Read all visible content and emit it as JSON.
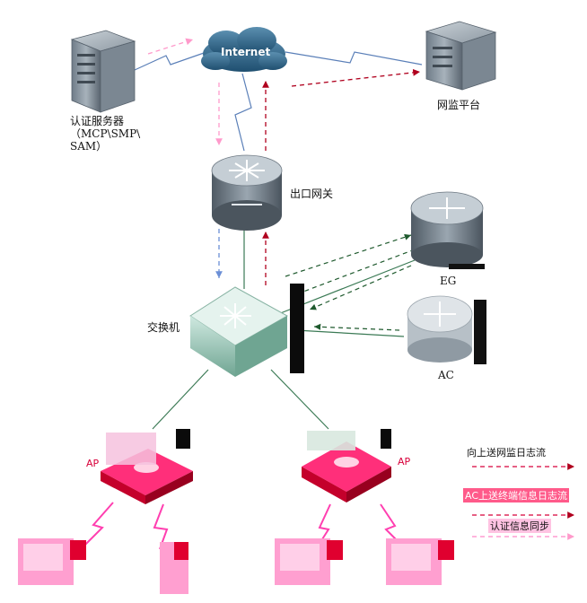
{
  "nodes": {
    "auth_server": {
      "label_lines": [
        "认证服务器",
        "（MCP\\SMP\\",
        "SAM）"
      ],
      "icon": "server-icon"
    },
    "internet": {
      "label": "Internet",
      "icon": "cloud-icon"
    },
    "monitor_platform": {
      "label": "网监平台",
      "icon": "server-icon"
    },
    "egress_gateway": {
      "label": "出口网关",
      "icon": "router-icon"
    },
    "switch": {
      "label": "交换机",
      "icon": "switch-icon"
    },
    "eg": {
      "label": "EG",
      "icon": "router-icon"
    },
    "ac": {
      "label": "AC",
      "icon": "router-icon"
    },
    "ap_left": {
      "label": "AP",
      "icon": "access-point-icon"
    },
    "ap_right": {
      "label": "AP",
      "icon": "access-point-icon"
    }
  },
  "legend": {
    "items": [
      {
        "label": "向上送网监日志流",
        "color": "#d8003a",
        "style": "dashed"
      },
      {
        "label": "AC上送终端信息日志流",
        "color": "#d8003a",
        "style": "dashed"
      },
      {
        "label": "认证信息同步",
        "color": "#ff88c8",
        "style": "dashed"
      }
    ]
  },
  "colors": {
    "flow_dark_red": "#b0001e",
    "flow_pink": "#ff9acb",
    "flow_green": "#1f5a2e",
    "link_green": "#3b7a55",
    "wireless_blue": "#2e5a9c",
    "wireless_pink": "#ff3fb0",
    "ap_red": "#c4002b"
  }
}
